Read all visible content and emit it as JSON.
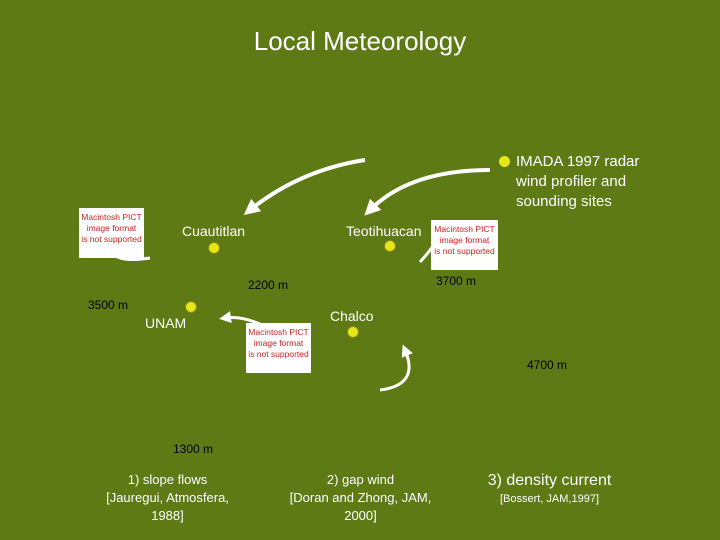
{
  "title": "Local Meteorology",
  "legend": {
    "text": "IMADA 1997 radar wind profiler and sounding sites"
  },
  "sites": {
    "cuautitlan": "Cuautitlan",
    "teotihuacan": "Teotihuacan",
    "unam": "UNAM",
    "chalco": "Chalco"
  },
  "elevations": {
    "e2200": "2200 m",
    "e3700": "3700 m",
    "e3500": "3500 m",
    "e4700": "4700 m",
    "e1300": "1300 m"
  },
  "placeholder": {
    "line1": "Macintosh PICT",
    "line2": "image format",
    "line3": "is not supported"
  },
  "captions": {
    "c1_line1": "1) slope flows",
    "c1_line2": "[Jauregui, Atmosfera,",
    "c1_line3": "1988]",
    "c2_line1": "2) gap wind",
    "c2_line2": "[Doran and Zhong, JAM,",
    "c2_line3": "2000]",
    "c3_line1": "3) density current",
    "c3_line2": "[Bossert, JAM,1997]"
  },
  "colors": {
    "background": "#5d7a15",
    "site_marker": "#e6e61a",
    "placeholder_text": "#cc2222"
  }
}
